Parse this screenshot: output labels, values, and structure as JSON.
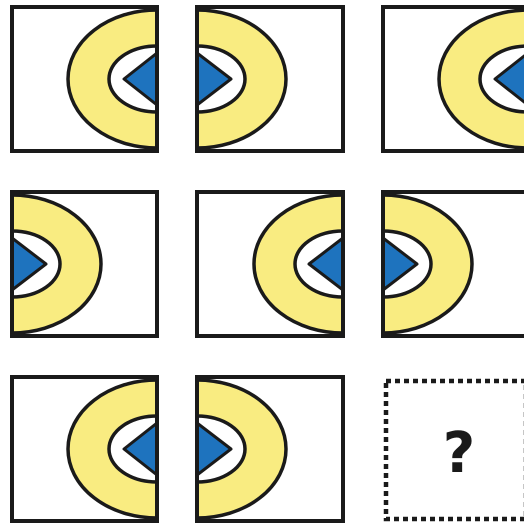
{
  "puzzle": {
    "question_mark": "?"
  },
  "colors": {
    "outline": "#1a1a1a",
    "ring": "#f9ec81",
    "triangle": "#1e73be",
    "background": "#ffffff"
  },
  "grid": {
    "rows": [
      {
        "cells": [
          {
            "type": "tile",
            "arc": "left-cut-at-right-edge"
          },
          {
            "type": "tile",
            "arc": "right-cut-at-left-edge"
          },
          {
            "type": "tile",
            "arc": "left-cut-at-right-edge"
          }
        ]
      },
      {
        "cells": [
          {
            "type": "tile",
            "arc": "right-cut-at-left-edge"
          },
          {
            "type": "tile",
            "arc": "left-cut-at-right-edge"
          },
          {
            "type": "tile",
            "arc": "right-cut-at-left-edge"
          }
        ]
      },
      {
        "cells": [
          {
            "type": "tile",
            "arc": "left-cut-at-right-edge"
          },
          {
            "type": "tile",
            "arc": "right-cut-at-left-edge"
          },
          {
            "type": "missing"
          }
        ]
      }
    ]
  }
}
